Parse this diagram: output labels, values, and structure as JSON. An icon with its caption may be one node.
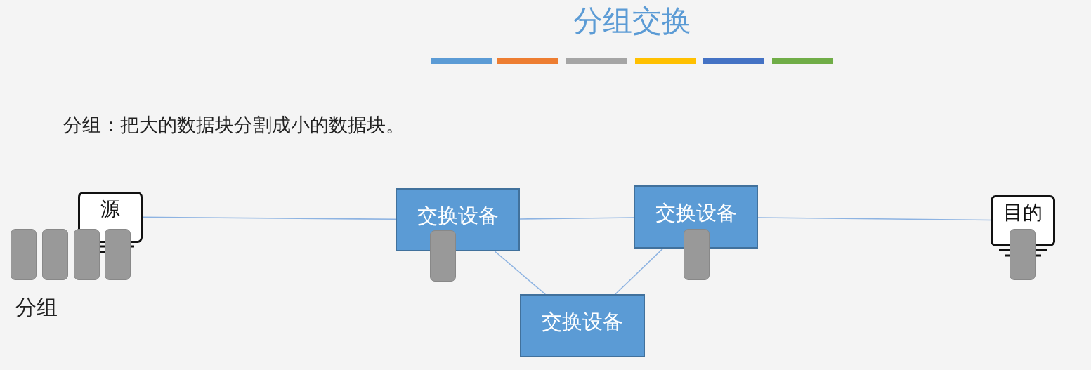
{
  "diagram": {
    "title": "分组交换",
    "nodes": [
      {
        "text": [
          "源"
        ]
      },
      {
        "text": [
          "交换设备"
        ]
      },
      {
        "text": [
          "交换设备"
        ]
      },
      {
        "text": [
          "交换设备"
        ]
      },
      {
        "text": [
          "目的"
        ]
      }
    ],
    "edges": [
      {
        "from": 0,
        "to": 1,
        "arrow": "none"
      },
      {
        "from": 1,
        "to": 2,
        "arrow": "none"
      },
      {
        "from": 2,
        "to": 4,
        "arrow": "none"
      },
      {
        "from": 1,
        "to": 3,
        "arrow": "none"
      },
      {
        "from": 3,
        "to": 2,
        "arrow": "none"
      }
    ],
    "labels": [
      "分组：把大的数据块分割成小的数据块。",
      "分组"
    ]
  }
}
